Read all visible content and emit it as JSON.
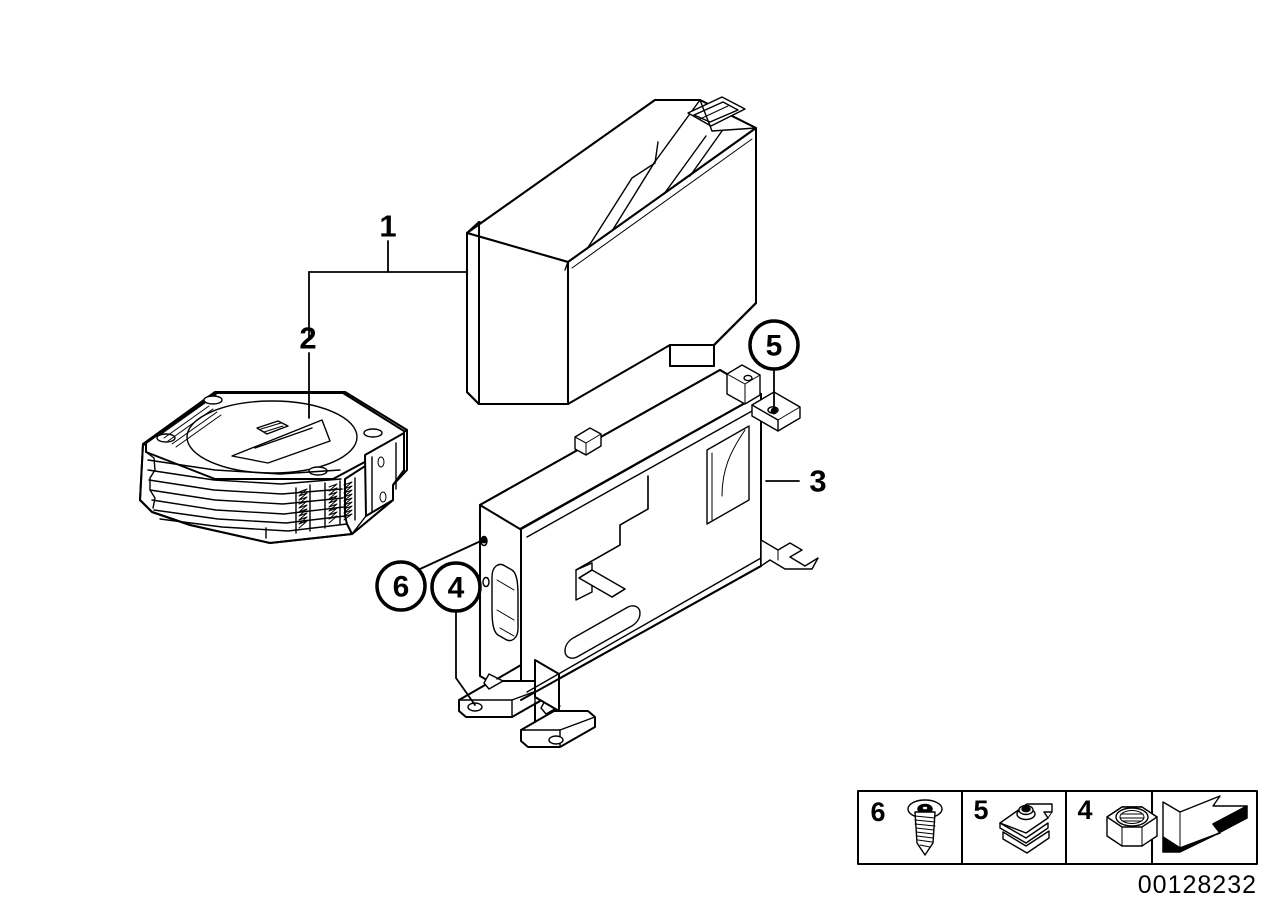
{
  "diagram": {
    "id_label": "00128232",
    "background_color": "#ffffff",
    "line_color": "#000000",
    "type": "exploded-parts-diagram",
    "subject": "CD changer unit with mounting bracket and fasteners"
  },
  "callouts": [
    {
      "key": "c1",
      "label": "1",
      "style": "plain",
      "part": "cd-magazine-cartridge"
    },
    {
      "key": "c2",
      "label": "2",
      "style": "plain",
      "part": "cd-changer-unit"
    },
    {
      "key": "c3",
      "label": "3",
      "style": "plain",
      "part": "mounting-bracket"
    },
    {
      "key": "c4",
      "label": "4",
      "style": "circled",
      "part": "hex-nut"
    },
    {
      "key": "c5",
      "label": "5",
      "style": "circled",
      "part": "cage-nut-clip"
    },
    {
      "key": "c6",
      "label": "6",
      "style": "circled",
      "part": "socket-head-screw"
    }
  ],
  "legend": {
    "cells": [
      {
        "number": "6",
        "icon": "socket-head-screw-icon",
        "name": "socket-head-screw"
      },
      {
        "number": "5",
        "icon": "cage-nut-clip-icon",
        "name": "cage-nut-clip"
      },
      {
        "number": "4",
        "icon": "hex-nut-icon",
        "name": "hex-nut"
      },
      {
        "number": "",
        "icon": "direction-arrow-icon",
        "name": "assembly-direction-arrow"
      }
    ]
  }
}
